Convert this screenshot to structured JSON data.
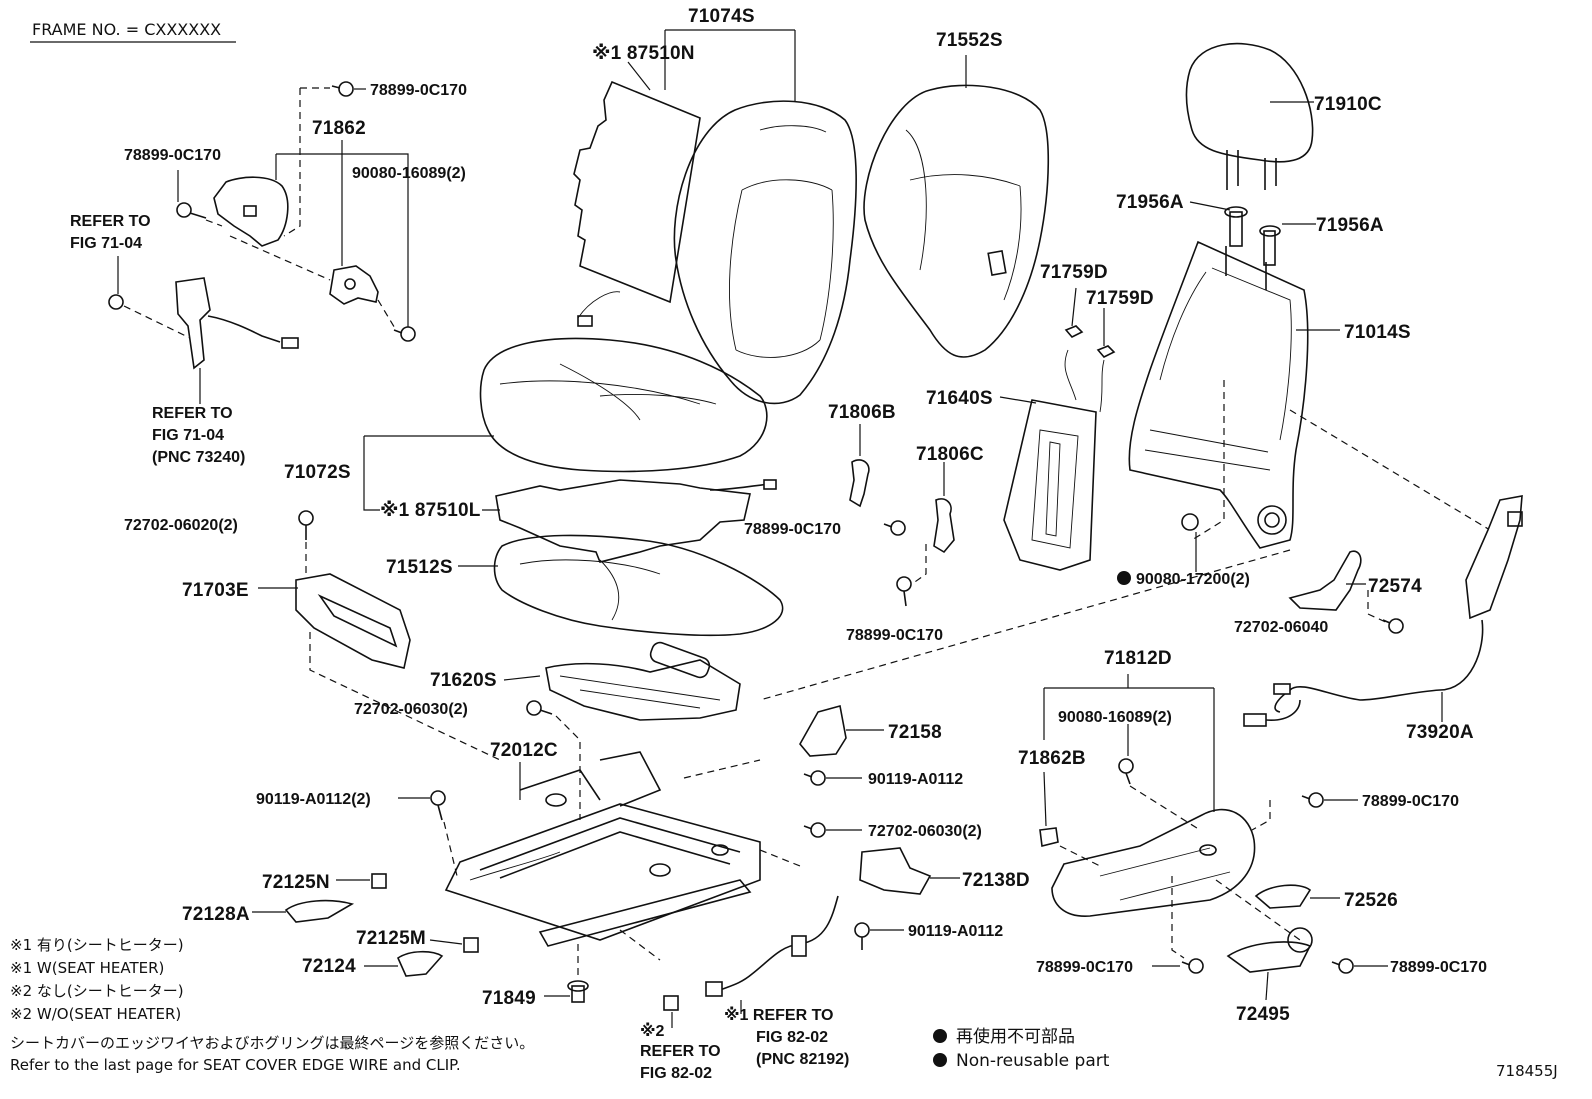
{
  "header": {
    "frame_no": "FRAME NO. = CXXXXXX"
  },
  "parts": {
    "p71074S": "71074S",
    "p87510N": "※1 87510N",
    "p71552S": "71552S",
    "p71910C": "71910C",
    "p71956A_1": "71956A",
    "p71956A_2": "71956A",
    "p71014S": "71014S",
    "p78899_0C170_a": "78899-0C170",
    "p71862": "71862",
    "p78899_0C170_b": "78899-0C170",
    "p90080_16089_a": "90080-16089(2)",
    "p71759D_1": "71759D",
    "p71759D_2": "71759D",
    "p71640S": "71640S",
    "p71806B": "71806B",
    "p71806C": "71806C",
    "p71072S": "71072S",
    "p87510L": "※1 87510L",
    "p72702_06020": "72702-06020(2)",
    "p78899_0C170_c": "78899-0C170",
    "p71703E": "71703E",
    "p71512S": "71512S",
    "p78899_0C170_d": "78899-0C170",
    "p90080_17200": "90080-17200(2)",
    "p72574": "72574",
    "p72702_06040": "72702-06040",
    "p71620S": "71620S",
    "p71812D": "71812D",
    "p72702_06030_a": "72702-06030(2)",
    "p72158": "72158",
    "p90080_16089_b": "90080-16089(2)",
    "p73920A": "73920A",
    "p72012C": "72012C",
    "p90119_A0112_a": "90119-A0112",
    "p71862B": "71862B",
    "p90119_A0112_b": "90119-A0112(2)",
    "p78899_0C170_e": "78899-0C170",
    "p72702_06030_b": "72702-06030(2)",
    "p72125N": "72125N",
    "p72138D": "72138D",
    "p72526": "72526",
    "p72128A": "72128A",
    "p90119_A0112_c": "90119-A0112",
    "p72125M": "72125M",
    "p72124": "72124",
    "p78899_0C170_f": "78899-0C170",
    "p78899_0C170_g": "78899-0C170",
    "p71849": "71849",
    "p72495": "72495"
  },
  "refs": {
    "ref_71_04_a_1": "REFER TO",
    "ref_71_04_a_2": "FIG 71-04",
    "ref_71_04_b_1": "REFER TO",
    "ref_71_04_b_2": "FIG 71-04",
    "ref_71_04_b_3": "(PNC 73240)",
    "ref_82_02_a_1": "※1 REFER TO",
    "ref_82_02_a_2": "FIG 82-02",
    "ref_82_02_a_3": "(PNC 82192)",
    "ref_82_02_b_0": "※2",
    "ref_82_02_b_1": "REFER TO",
    "ref_82_02_b_2": "FIG 82-02"
  },
  "notes": {
    "n1": "※1 有り(シートヒーター)",
    "n2": "※1 W(SEAT HEATER)",
    "n3": "※2 なし(シートヒーター)",
    "n4": "※2 W/O(SEAT HEATER)",
    "n5": "シートカバーのエッジワイヤおよびホグリングは最終ページを参照ください。",
    "n6": "Refer to the last page for SEAT COVER EDGE WIRE and CLIP."
  },
  "legend": {
    "jp": "再使用不可部品",
    "en": "Non-reusable part"
  },
  "diagram_id": "718455J"
}
